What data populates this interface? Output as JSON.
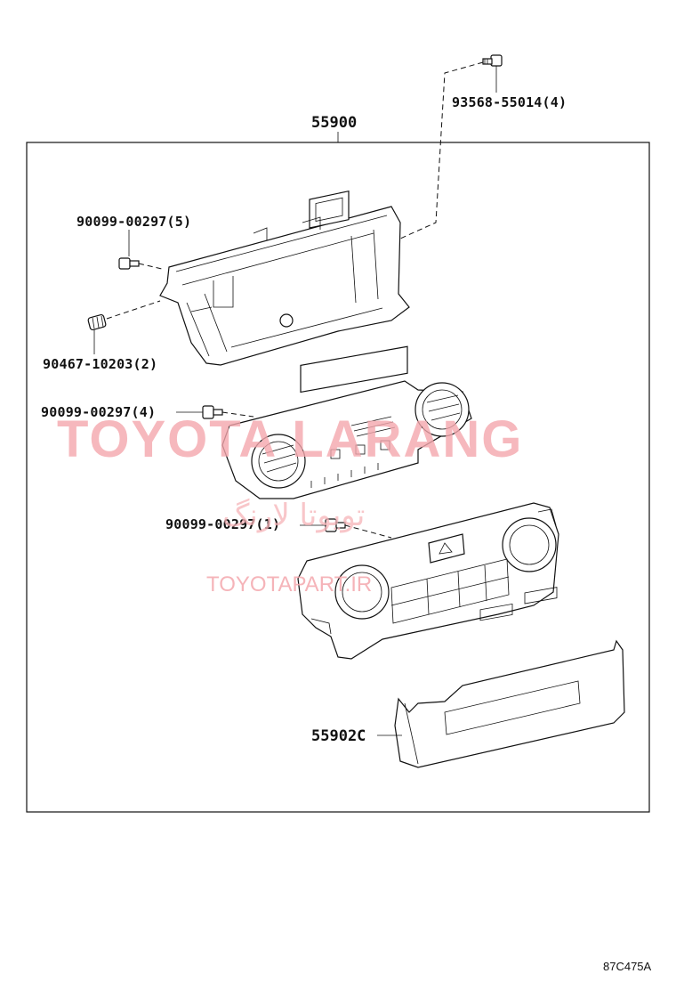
{
  "assembly_number": "55900",
  "parts": {
    "top_bolt": "93568-55014(4)",
    "frame_screw": "90099-00297(5)",
    "clip": "90467-10203(2)",
    "panel_screw_a": "90099-00297(4)",
    "panel_screw_b": "90099-00297(1)",
    "bezel": "55902C"
  },
  "watermarks": {
    "main": "TOYOTA LARANG",
    "persian": "تويوتا لارنگ",
    "site": "TOYOTAPART.IR"
  },
  "diagram_code": "87C475A"
}
